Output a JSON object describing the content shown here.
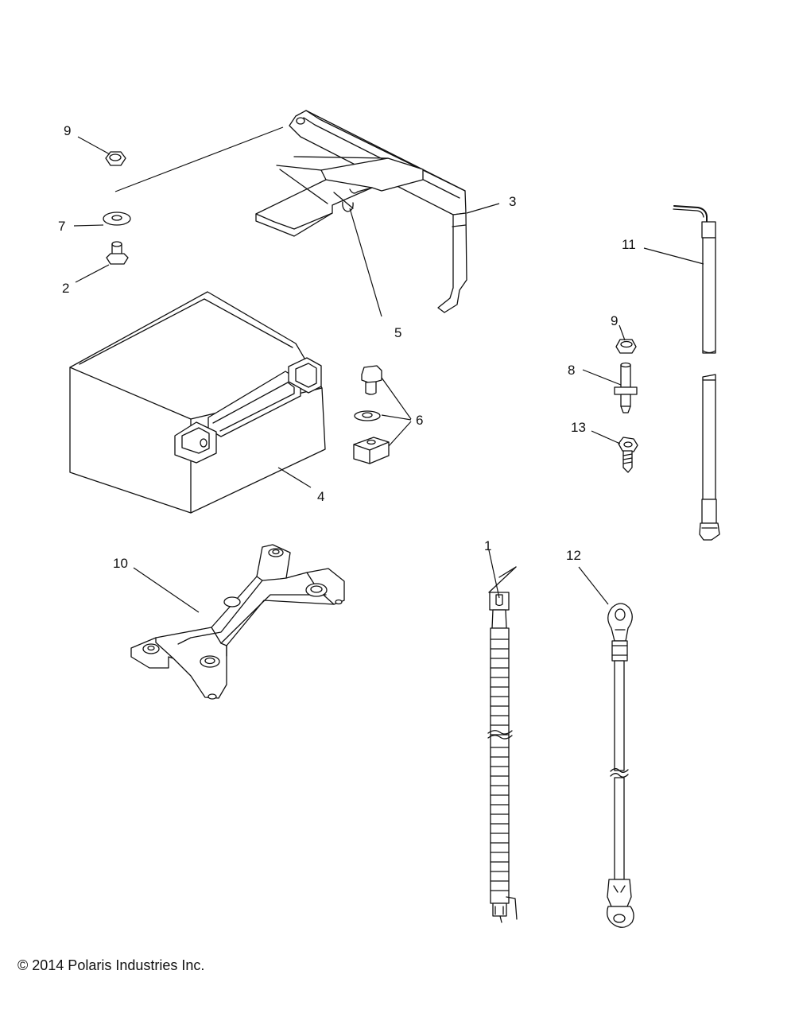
{
  "callouts": {
    "c9a": "9",
    "c7": "7",
    "c2": "2",
    "c3": "3",
    "c5": "5",
    "c4": "4",
    "c6": "6",
    "c11": "11",
    "c9b": "9",
    "c8": "8",
    "c13": "13",
    "c10": "10",
    "c1": "1",
    "c12": "12"
  },
  "footer": {
    "copyright": "© 2014 Polaris Industries Inc."
  }
}
